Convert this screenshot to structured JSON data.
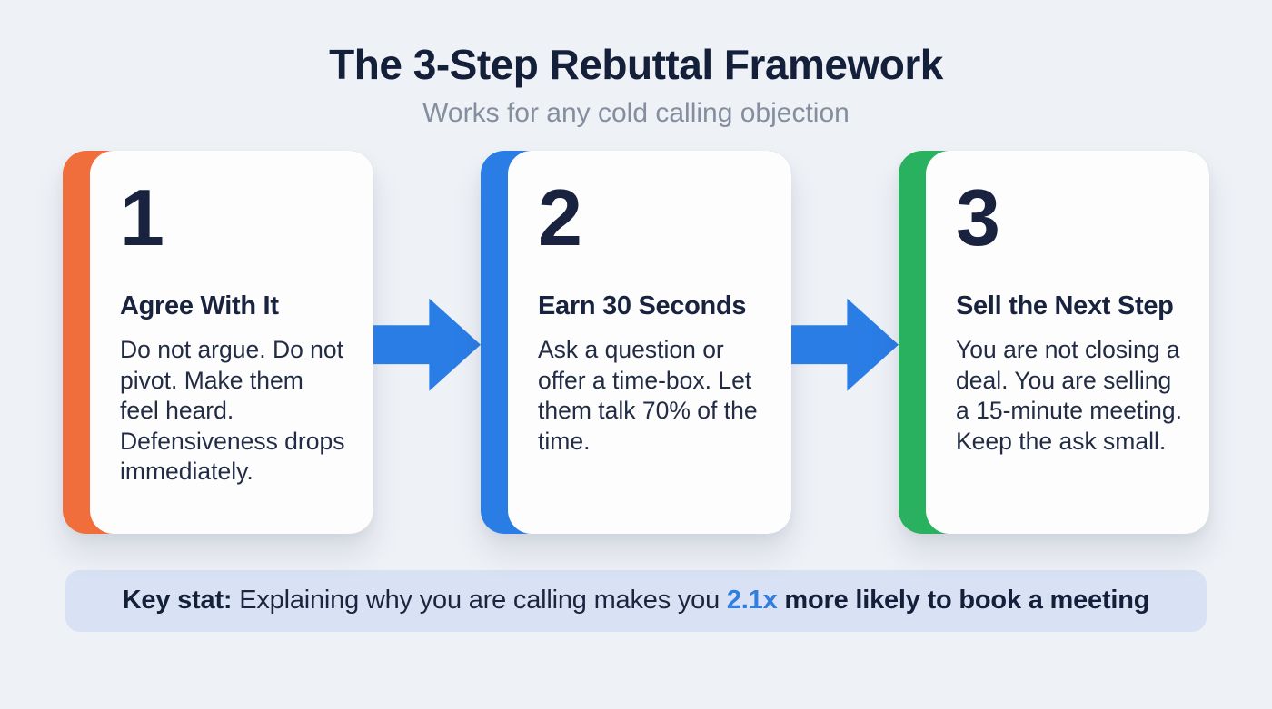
{
  "page": {
    "background_color": "#eef1f6"
  },
  "header": {
    "title": "The 3-Step Rebuttal Framework",
    "subtitle": "Works for any cold calling objection",
    "title_color": "#141f3a",
    "subtitle_color": "#848e9e"
  },
  "steps": [
    {
      "number": "1",
      "accent_color": "#f06e3c",
      "heading": "Agree With It",
      "body": "Do not argue. Do not pivot. Make them feel heard. Defensiveness drops immediately."
    },
    {
      "number": "2",
      "accent_color": "#2b7de6",
      "heading": "Earn 30 Seconds",
      "body": "Ask a question or offer a time-box. Let them talk 70% of the time."
    },
    {
      "number": "3",
      "accent_color": "#2ab15f",
      "heading": "Sell the Next Step",
      "body": "You are not closing a deal. You are selling a 15-minute meeting.\nKeep the ask small."
    }
  ],
  "arrow": {
    "color": "#2b7de6",
    "direction": "right"
  },
  "key_stat": {
    "label": "Key stat:",
    "text_before": "Explaining why you are calling makes you",
    "highlight": "2.1x",
    "text_after": "more likely to book a meeting",
    "highlight_color": "#2f7ee0",
    "background_color": "#d9e2f4"
  }
}
